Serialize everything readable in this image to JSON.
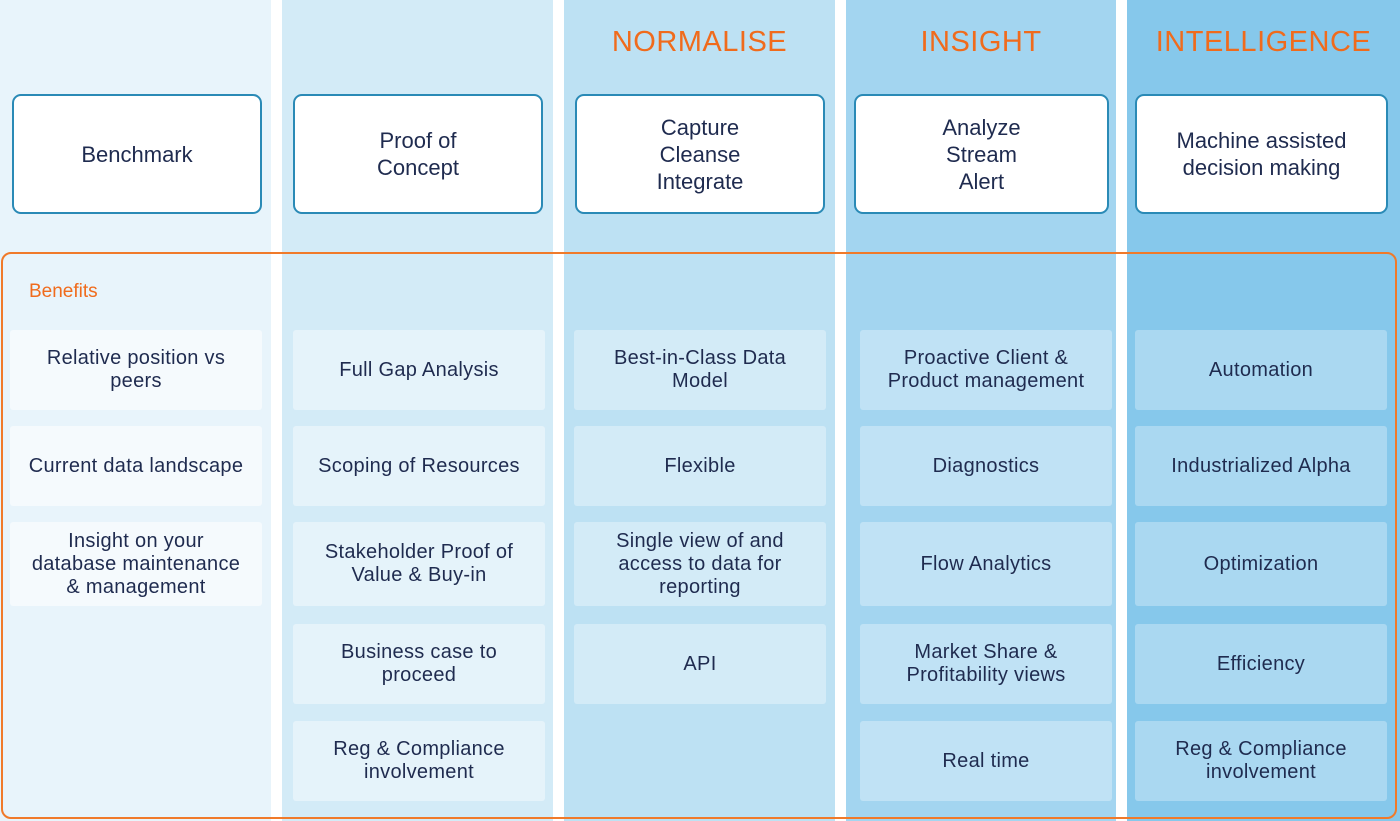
{
  "columns": [
    {
      "phase": "",
      "stage": "Benchmark",
      "benefits": [
        "Relative position vs\npeers",
        "Current  data landscape",
        "Insight on  your\ndatabase maintenance\n& management"
      ]
    },
    {
      "phase": "",
      "stage": "Proof of\nConcept",
      "benefits": [
        "Full Gap Analysis",
        "Scoping of Resources",
        "Stakeholder Proof of\nValue & Buy-in",
        "Business case to\nproceed",
        "Reg & Compliance\ninvolvement"
      ]
    },
    {
      "phase": "NORMALISE",
      "stage": "Capture\nCleanse\nIntegrate",
      "benefits": [
        "Best-in-Class Data\nModel",
        "Flexible",
        "Single view of and\naccess to  data for\nreporting",
        "API"
      ]
    },
    {
      "phase": "INSIGHT",
      "stage": "Analyze\nStream\nAlert",
      "benefits": [
        "Proactive Client &\nProduct management",
        "Diagnostics",
        "Flow Analytics",
        "Market Share &\nProfitability views",
        "Real time"
      ]
    },
    {
      "phase": "INTELLIGENCE",
      "stage": "Machine assisted\ndecision making",
      "benefits": [
        "Automation",
        "Industrialized Alpha",
        "Optimization",
        "Efficiency",
        "Reg & Compliance\ninvolvement"
      ]
    }
  ],
  "benefits_label": "Benefits",
  "colors": {
    "accent_orange": "#f06b1c",
    "stage_border": "#2a8ab6",
    "text": "#1f2b4f"
  }
}
